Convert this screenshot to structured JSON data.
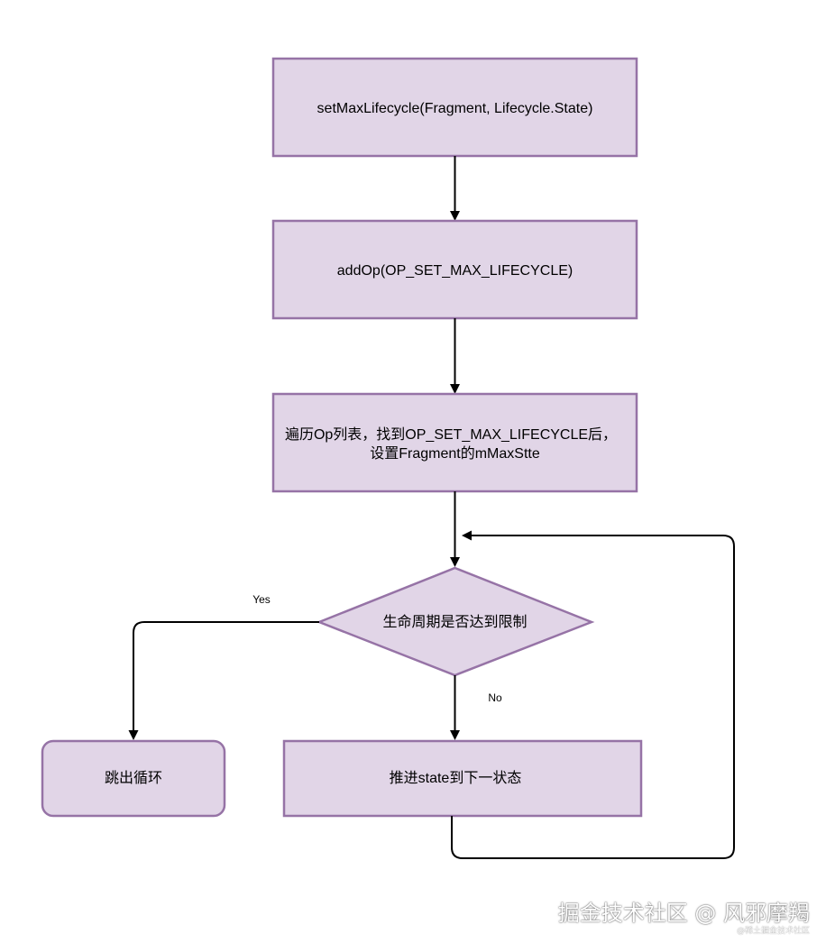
{
  "colors": {
    "node_fill": "#e1d5e7",
    "node_stroke": "#9673a6",
    "edge": "#000000",
    "text": "#000000"
  },
  "nodes": {
    "set_max_lifecycle": {
      "line1": "setMaxLifecycle(Fragment, Lifecycle.State)"
    },
    "add_op": {
      "line1": "addOp(OP_SET_MAX_LIFECYCLE)"
    },
    "traverse_ops": {
      "line1": "遍历Op列表，找到OP_SET_MAX_LIFECYCLE后，",
      "line2": "设置Fragment的mMaxStte"
    },
    "lifecycle_check": {
      "line1": "生命周期是否达到限制"
    },
    "break_loop": {
      "line1": "跳出循环"
    },
    "advance_state": {
      "line1": "推进state到下一状态"
    }
  },
  "edges": {
    "yes_label": "Yes",
    "no_label": "No"
  },
  "watermark": {
    "main": "掘金技术社区 @ 风邪摩羯",
    "sub": "@稀土掘金技术社区"
  }
}
